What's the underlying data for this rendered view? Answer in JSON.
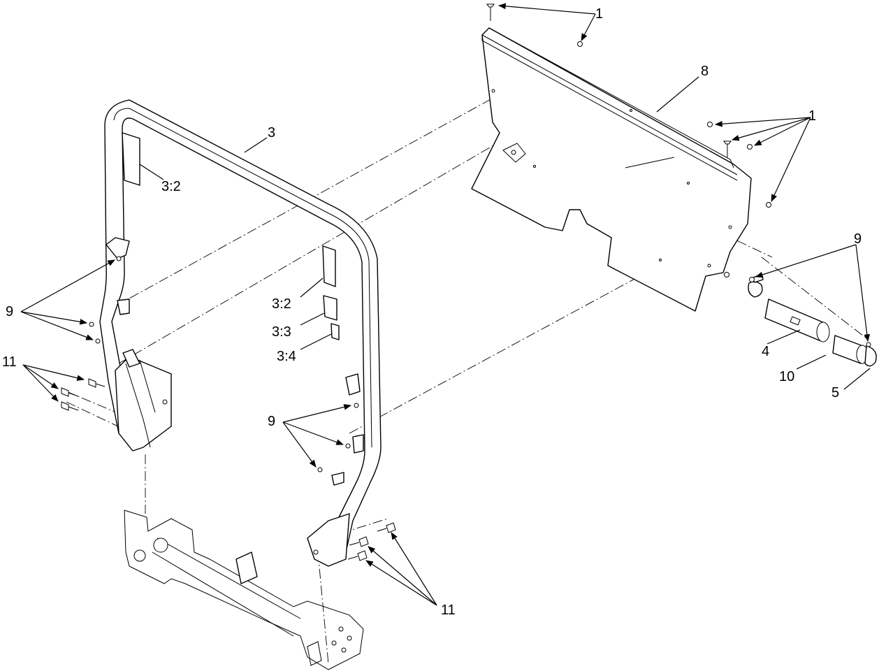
{
  "callouts": {
    "c1_top": "1",
    "c1_right": "1",
    "c8": "8",
    "c3": "3",
    "c3_2_left": "3:2",
    "c3_2_mid": "3:2",
    "c3_3": "3:3",
    "c3_4": "3:4",
    "c9_left": "9",
    "c9_mid": "9",
    "c9_right": "9",
    "c11_left": "11",
    "c11_bottom": "11",
    "c4": "4",
    "c10": "10",
    "c5": "5"
  }
}
